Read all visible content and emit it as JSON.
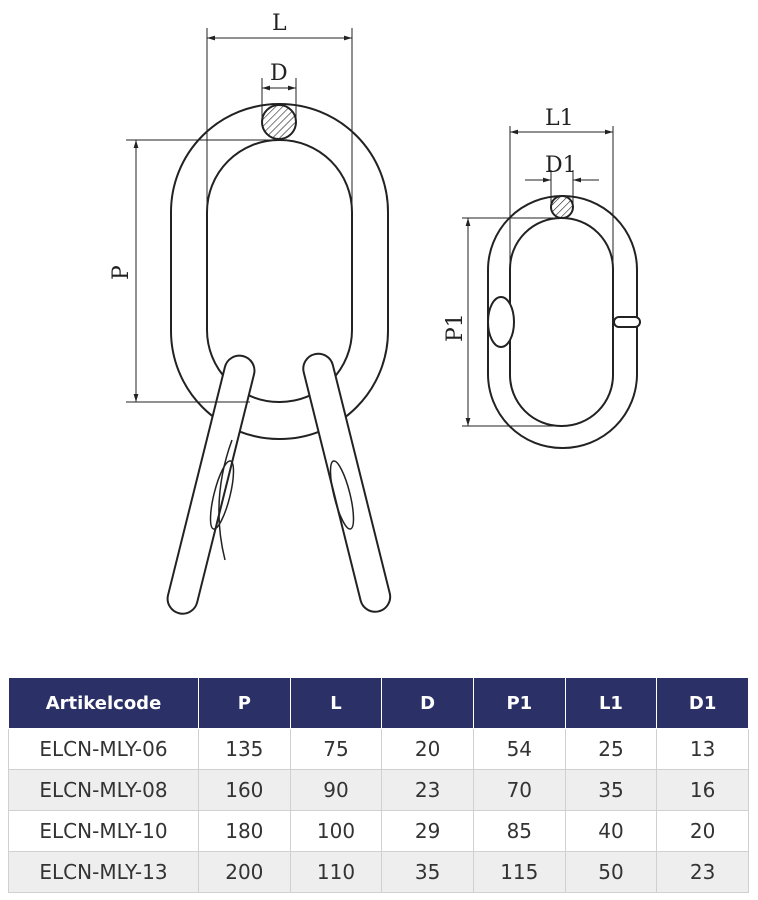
{
  "dimensions": {
    "L": "L",
    "D": "D",
    "P": "P",
    "L1": "L1",
    "D1": "D1",
    "P1": "P1"
  },
  "table": {
    "headers": [
      "Artikelcode",
      "P",
      "L",
      "D",
      "P1",
      "L1",
      "D1"
    ],
    "rows": [
      [
        "ELCN-MLY-06",
        "135",
        "75",
        "20",
        "54",
        "25",
        "13"
      ],
      [
        "ELCN-MLY-08",
        "160",
        "90",
        "23",
        "70",
        "35",
        "16"
      ],
      [
        "ELCN-MLY-10",
        "180",
        "100",
        "29",
        "85",
        "40",
        "20"
      ],
      [
        "ELCN-MLY-13",
        "200",
        "110",
        "35",
        "115",
        "50",
        "23"
      ]
    ],
    "header_bg": "#2b3166",
    "alt_row_bg": "#eeeeee"
  }
}
